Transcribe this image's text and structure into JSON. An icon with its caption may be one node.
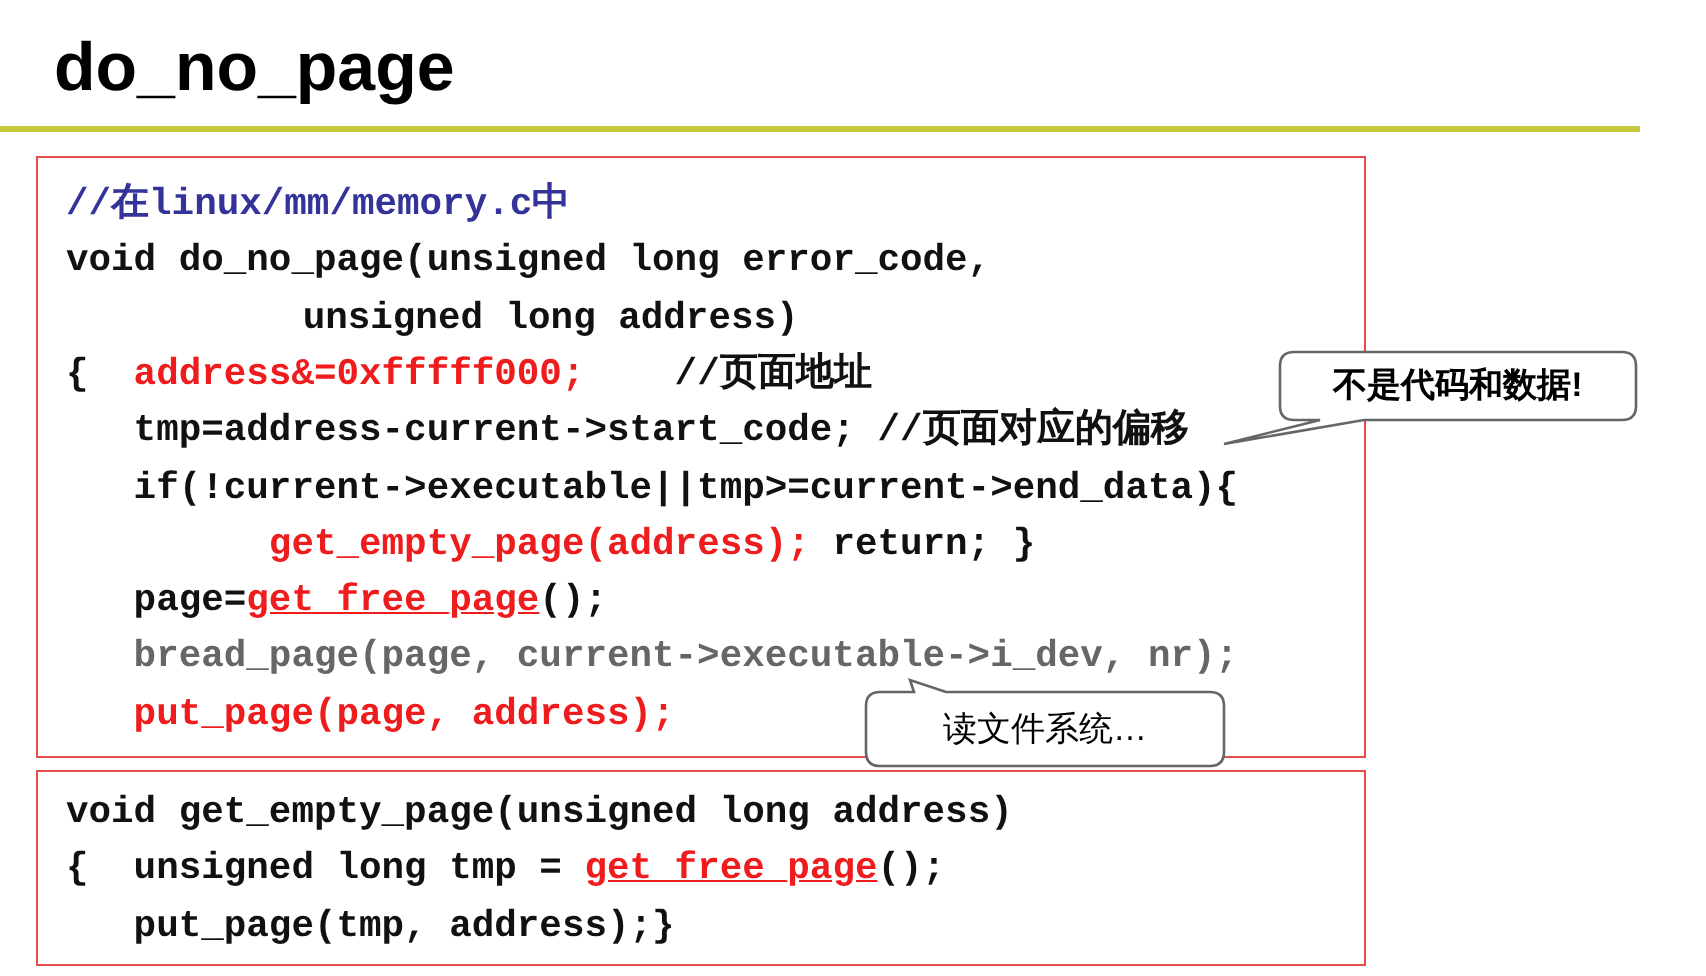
{
  "diagram": {
    "title": "do_no_page",
    "nodes": [
      {
        "text": [
          "//在linux/mm/memory.c中",
          "void do_no_page(unsigned long error_code, unsigned long address)",
          "{",
          "address&=0xfffff000;",
          "//页面地址",
          "tmp=address-current->start_code; //页面对应的偏移",
          "if(!current->executable||tmp>=current->end_data){",
          "get_empty_page(address);",
          "return; }",
          "page=",
          "get_free_page",
          "();",
          "bread_page(page, current->executable->i_dev, nr);",
          "put_page(page, address);"
        ]
      },
      {
        "text": [
          "void get_empty_page(unsigned long address)",
          "{",
          "unsigned long tmp =",
          "get_free_page",
          "();",
          "put_page(tmp, address);}"
        ]
      },
      {
        "text": [
          "不是代码和数据!"
        ]
      },
      {
        "text": [
          "读文件系统…"
        ]
      }
    ]
  }
}
